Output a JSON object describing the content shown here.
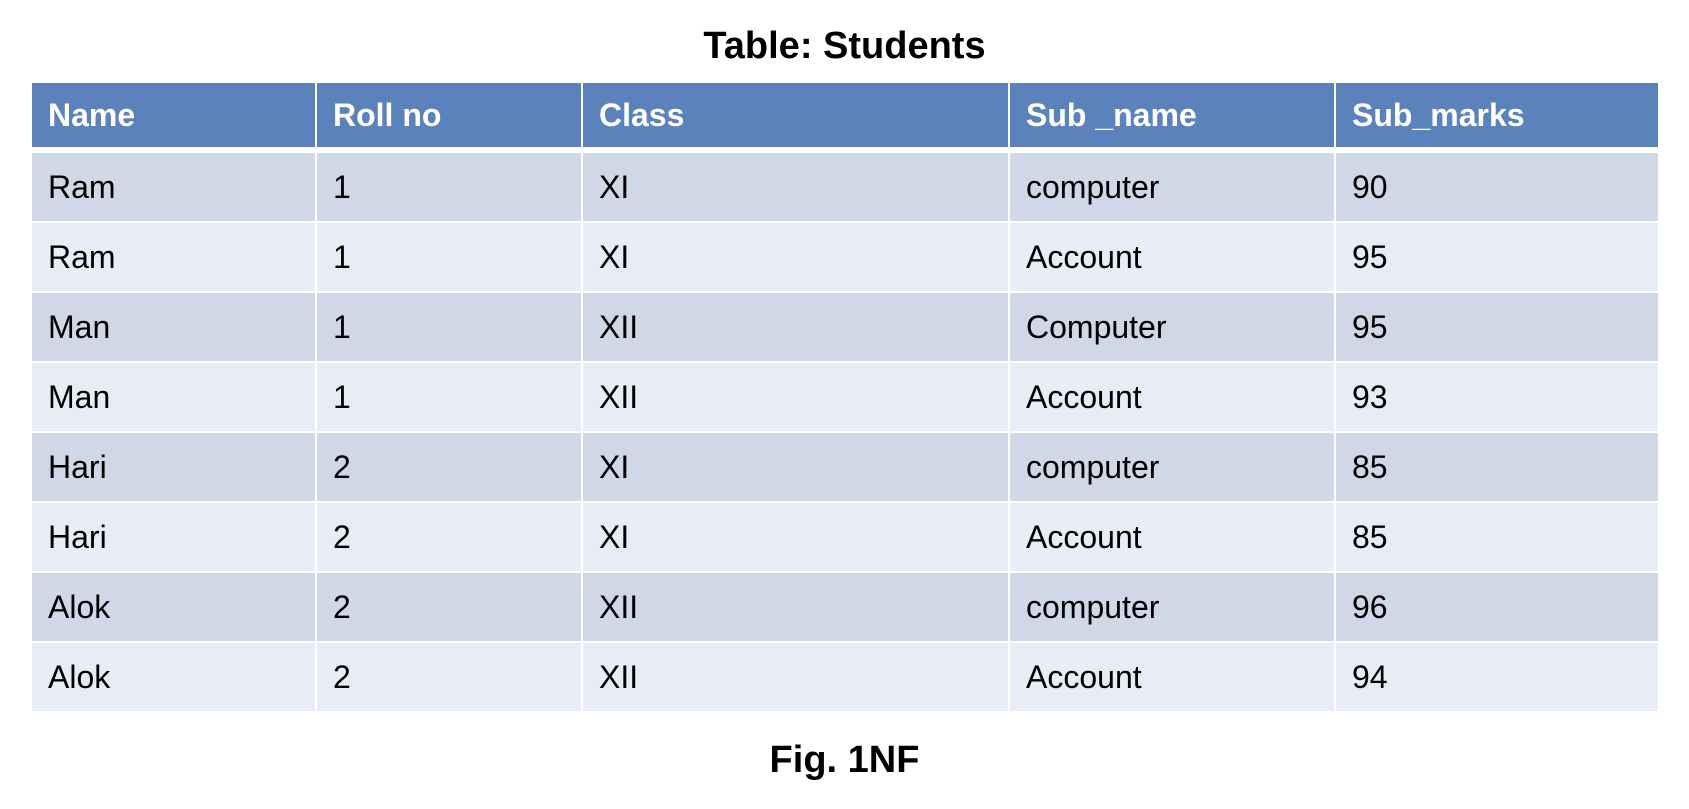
{
  "title": "Table: Students",
  "caption": "Fig. 1NF",
  "table": {
    "headers": [
      "Name",
      "Roll no",
      "Class",
      "Sub _name",
      "Sub_marks"
    ],
    "rows": [
      [
        "Ram",
        "1",
        "XI",
        "computer",
        "90"
      ],
      [
        "Ram",
        "1",
        "XI",
        "Account",
        "95"
      ],
      [
        "Man",
        "1",
        "XII",
        "Computer",
        "95"
      ],
      [
        "Man",
        "1",
        "XII",
        "Account",
        "93"
      ],
      [
        "Hari",
        "2",
        "XI",
        "computer",
        "85"
      ],
      [
        "Hari",
        "2",
        "XI",
        "Account",
        "85"
      ],
      [
        "Alok",
        "2",
        "XII",
        "computer",
        "96"
      ],
      [
        "Alok",
        "2",
        "XII",
        "Account",
        "94"
      ]
    ]
  },
  "colors": {
    "header_bg": "#5b82bb",
    "row_odd_bg": "#d0d7e6",
    "row_even_bg": "#e8ecf4"
  }
}
